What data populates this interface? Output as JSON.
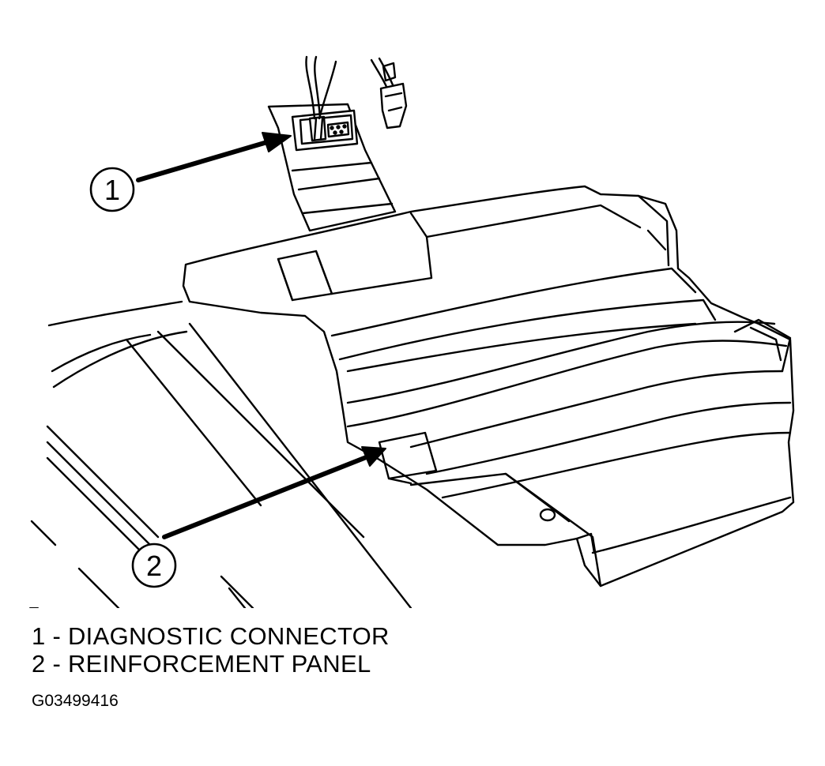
{
  "callouts": [
    {
      "number": "1",
      "label": "DIAGNOSTIC CONNECTOR"
    },
    {
      "number": "2",
      "label": "REINFORCEMENT PANEL"
    }
  ],
  "legend": [
    {
      "text": "1 - DIAGNOSTIC CONNECTOR"
    },
    {
      "text": "2 - REINFORCEMENT PANEL"
    }
  ],
  "figure_id": "G03499416",
  "colors": {
    "ink": "#000000",
    "paper": "#ffffff"
  }
}
